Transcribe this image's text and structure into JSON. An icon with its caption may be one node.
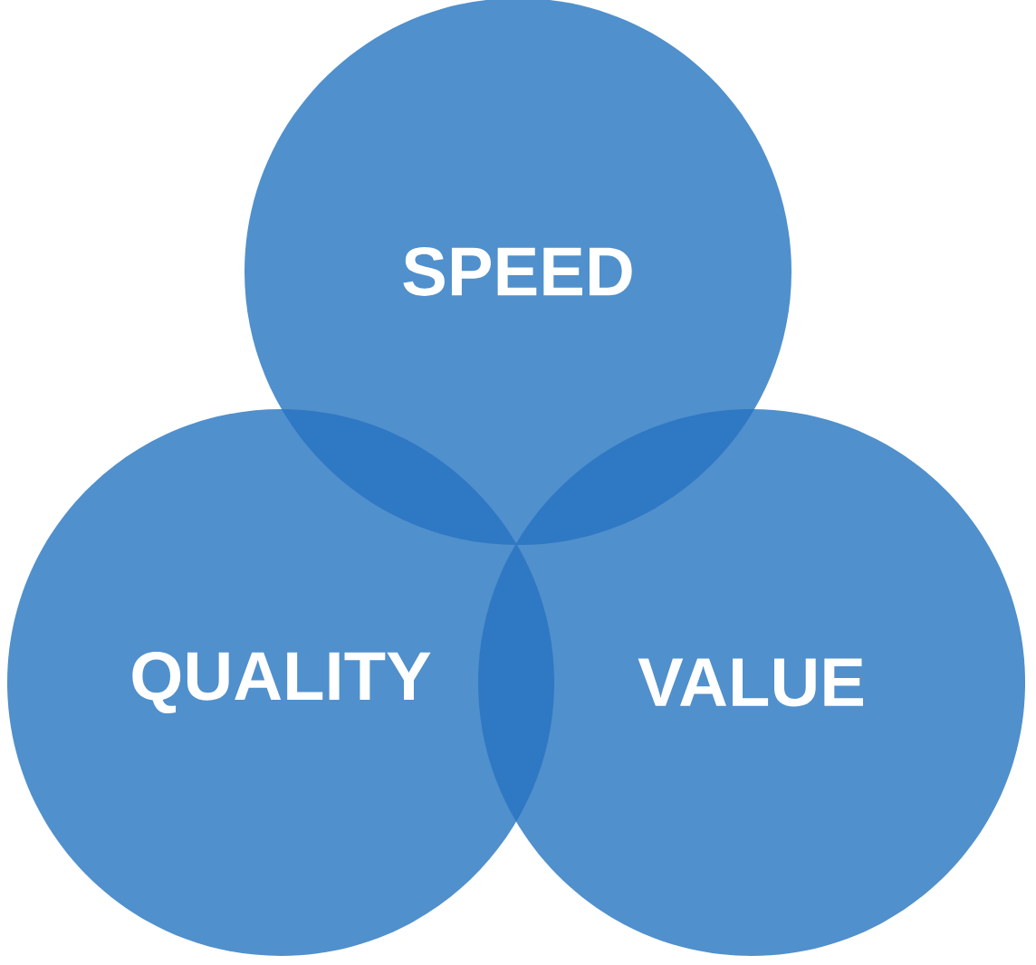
{
  "diagram": {
    "nodes": [
      {
        "text": [
          "SPEED"
        ]
      },
      {
        "text": [
          "QUALITY"
        ]
      },
      {
        "text": [
          "VALUE"
        ]
      }
    ]
  }
}
